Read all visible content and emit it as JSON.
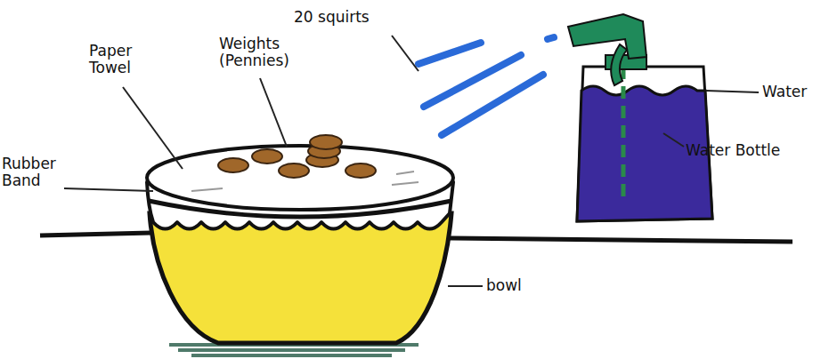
{
  "diagram": {
    "labels": [
      "Paper Towel",
      "Weights (Pennies)",
      "20 squirts",
      "Water",
      "Water Bottle",
      "Rubber Band",
      "bowl"
    ]
  }
}
